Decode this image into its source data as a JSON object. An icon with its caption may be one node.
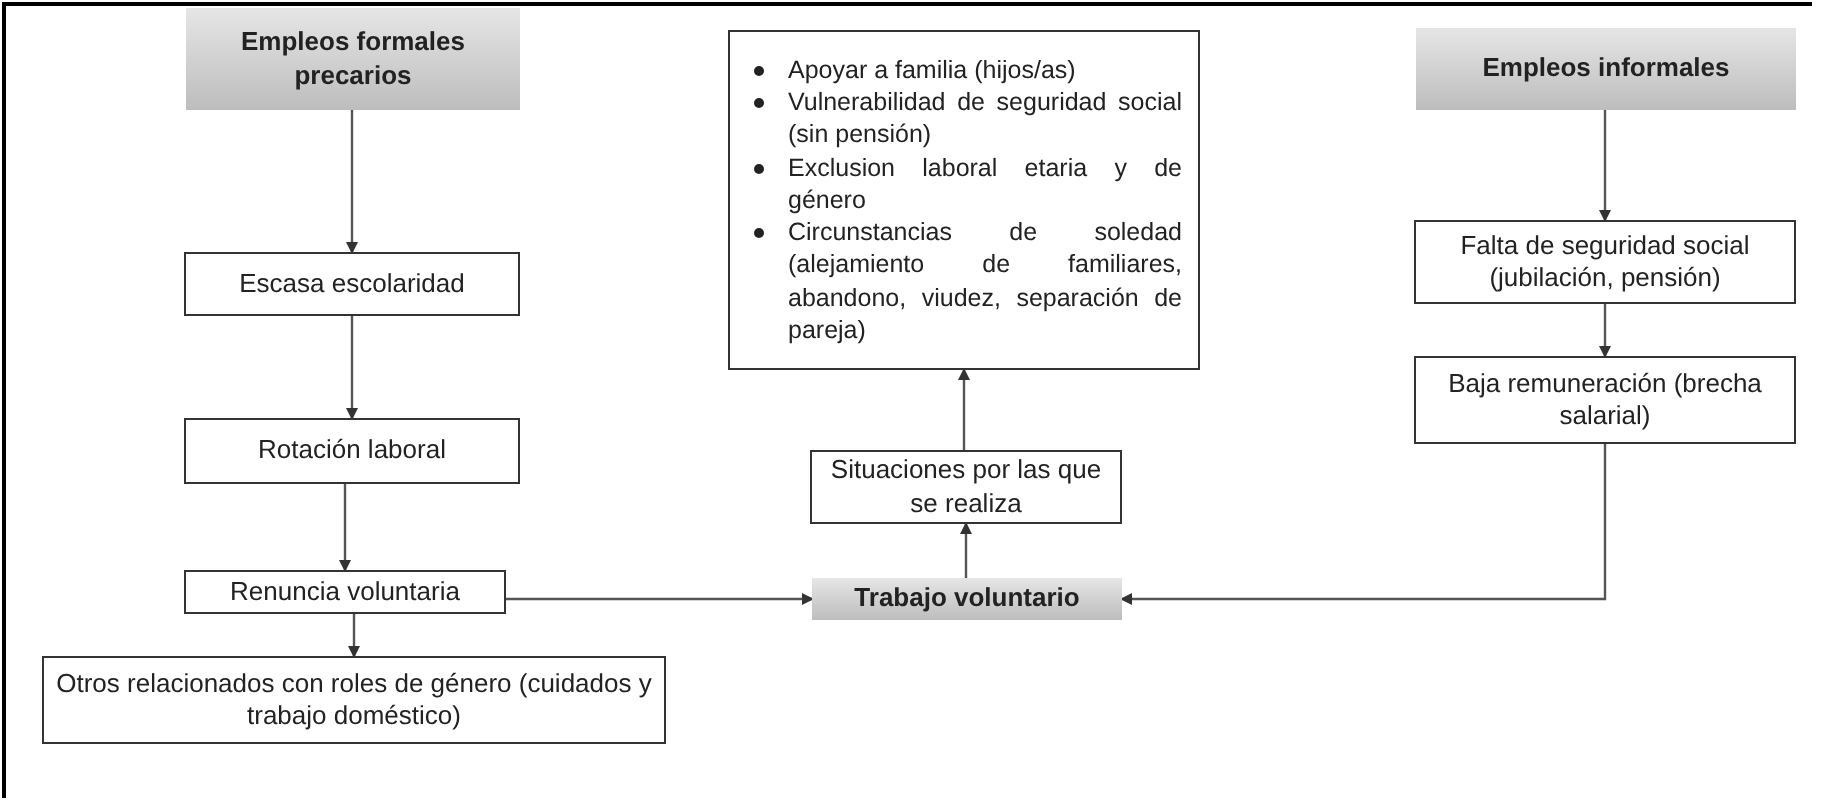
{
  "diagram": {
    "nodes": [
      {
        "text": [
          "Empleos formales precarios"
        ]
      },
      {
        "text": [
          "Escasa escolaridad"
        ]
      },
      {
        "text": [
          "Rotación laboral"
        ]
      },
      {
        "text": [
          "Renuncia voluntaria"
        ]
      },
      {
        "text": [
          "Otros relacionados con roles de género (cuidados y trabajo doméstico)"
        ]
      },
      {
        "text": [
          "Apoyar a familia (hijos/as)",
          "Vulnerabilidad de seguridad social (sin pensión)",
          "Exclusion laboral etaria y de género",
          "Circunstancias de soledad (alejamiento de familiares, abandono, viudez, separación de pareja)"
        ]
      },
      {
        "text": [
          "Situaciones por las que se realiza"
        ]
      },
      {
        "text": [
          "Trabajo voluntario"
        ]
      },
      {
        "text": [
          "Empleos informales"
        ]
      },
      {
        "text": [
          "Falta de seguridad social (jubilación, pensión)"
        ]
      },
      {
        "text": [
          "Baja remuneración (brecha salarial)"
        ]
      }
    ],
    "edges": [
      {
        "from": 0,
        "to": 1,
        "arrow": "to"
      },
      {
        "from": 1,
        "to": 2,
        "arrow": "to"
      },
      {
        "from": 2,
        "to": 3,
        "arrow": "to"
      },
      {
        "from": 3,
        "to": 4,
        "arrow": "to"
      },
      {
        "from": 3,
        "to": 7,
        "arrow": "to"
      },
      {
        "from": 7,
        "to": 6,
        "arrow": "to"
      },
      {
        "from": 6,
        "to": 5,
        "arrow": "to"
      },
      {
        "from": 8,
        "to": 9,
        "arrow": "to"
      },
      {
        "from": 9,
        "to": 10,
        "arrow": "to"
      },
      {
        "from": 10,
        "to": 7,
        "arrow": "to"
      }
    ]
  }
}
